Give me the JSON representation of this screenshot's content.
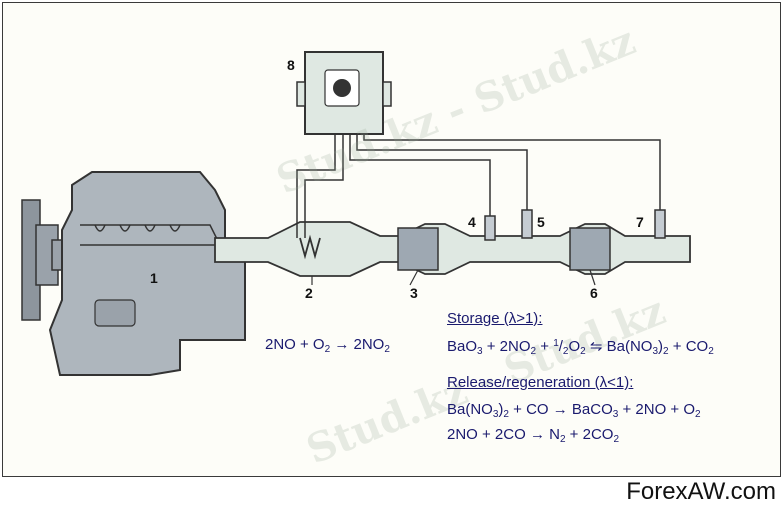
{
  "callouts": {
    "c1": "1",
    "c2": "2",
    "c3": "3",
    "c4": "4",
    "c5": "5",
    "c6": "6",
    "c7": "7",
    "c8": "8"
  },
  "equations": {
    "reaction_no": {
      "a": "2NO + O",
      "b": "2",
      "c": " → 2NO",
      "d": "2"
    },
    "storage_heading": "Storage (λ>1):",
    "storage_eq": {
      "a": "BaO",
      "b": "3",
      "c": " + 2NO",
      "d": "2",
      "e": " + ",
      "f": "1",
      "g": "/",
      "h": "2",
      "i": "O",
      "j": "2",
      "k": " ⇋ Ba(NO",
      "l": "3",
      "m": ")",
      "n": "2",
      "o": " + CO",
      "p": "2"
    },
    "release_heading": "Release/regeneration (λ<1):",
    "release_eq1": {
      "a": "Ba(NO",
      "b": "3",
      "c": ")",
      "d": "2",
      "e": " + CO → BaCO",
      "f": "3",
      "g": " + 2NO + O",
      "h": "2"
    },
    "release_eq2": {
      "a": "2NO + 2CO → N",
      "b": "2",
      "c": " + 2CO",
      "d": "2"
    }
  },
  "watermark": "Stud.kz - Stud.kz",
  "credit": "ForexAW.com",
  "colors": {
    "engine": "#aeb6bd",
    "pipe": "#dfe8e2",
    "catalyst": "#9ea8b2",
    "equation_text": "#1a1a6e"
  }
}
